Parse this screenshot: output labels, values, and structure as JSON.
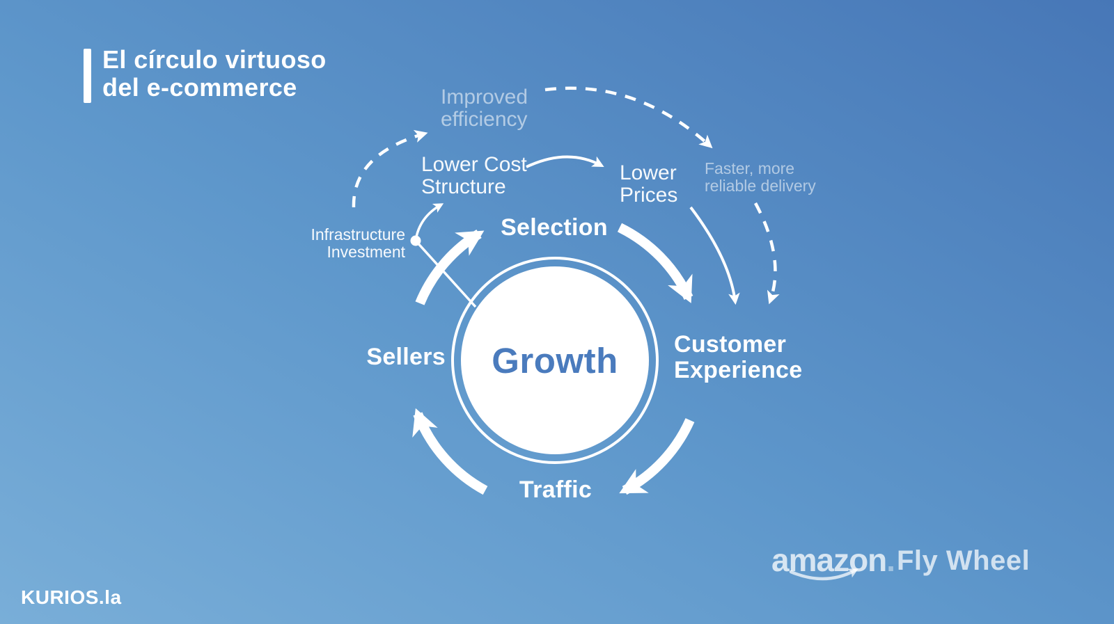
{
  "title": {
    "line1": "El círculo virtuoso",
    "line2": "del e-commerce"
  },
  "watermark": "KURIOS.la",
  "brand": {
    "name": "amazon",
    "dot": ".",
    "product": "Fly Wheel"
  },
  "flywheel": {
    "center": "Growth",
    "center_color": "#4a7bbd",
    "stages": {
      "selection": "Selection",
      "customer_line1": "Customer",
      "customer_line2": "Experience",
      "traffic": "Traffic",
      "sellers": "Sellers"
    }
  },
  "annotations": {
    "improved_line1": "Improved",
    "improved_line2": "efficiency",
    "lower_cost_line1": "Lower Cost",
    "lower_cost_line2": "Structure",
    "lower_prices_line1": "Lower",
    "lower_prices_line2": "Prices",
    "faster_line1": "Faster, more",
    "faster_line2": "reliable delivery",
    "infra_line1": "Infrastructure",
    "infra_line2": "Investment"
  },
  "connections": [
    {
      "from": "Sellers",
      "to": "Selection",
      "style": "thick-solid"
    },
    {
      "from": "Selection",
      "to": "Customer Experience",
      "style": "thick-solid"
    },
    {
      "from": "Customer Experience",
      "to": "Traffic",
      "style": "thick-solid"
    },
    {
      "from": "Traffic",
      "to": "Sellers",
      "style": "thick-solid"
    },
    {
      "from": "Infrastructure Investment",
      "to": "Improved efficiency",
      "style": "dashed"
    },
    {
      "from": "Improved efficiency",
      "to": "Faster, more reliable delivery",
      "style": "dashed"
    },
    {
      "from": "Faster, more reliable delivery",
      "to": "Customer Experience",
      "style": "dashed"
    },
    {
      "from": "Infrastructure Investment",
      "to": "Lower Cost Structure",
      "style": "thin-solid"
    },
    {
      "from": "Lower Cost Structure",
      "to": "Lower Prices",
      "style": "thin-solid"
    },
    {
      "from": "Lower Prices",
      "to": "Customer Experience",
      "style": "thin-solid"
    },
    {
      "from": "Infrastructure Investment",
      "to": "Growth",
      "style": "plain-line"
    }
  ],
  "colors": {
    "background_start": "#79aed8",
    "background_end": "#4777b7",
    "arrow": "#ffffff",
    "growth_text": "#4a7bbd"
  }
}
